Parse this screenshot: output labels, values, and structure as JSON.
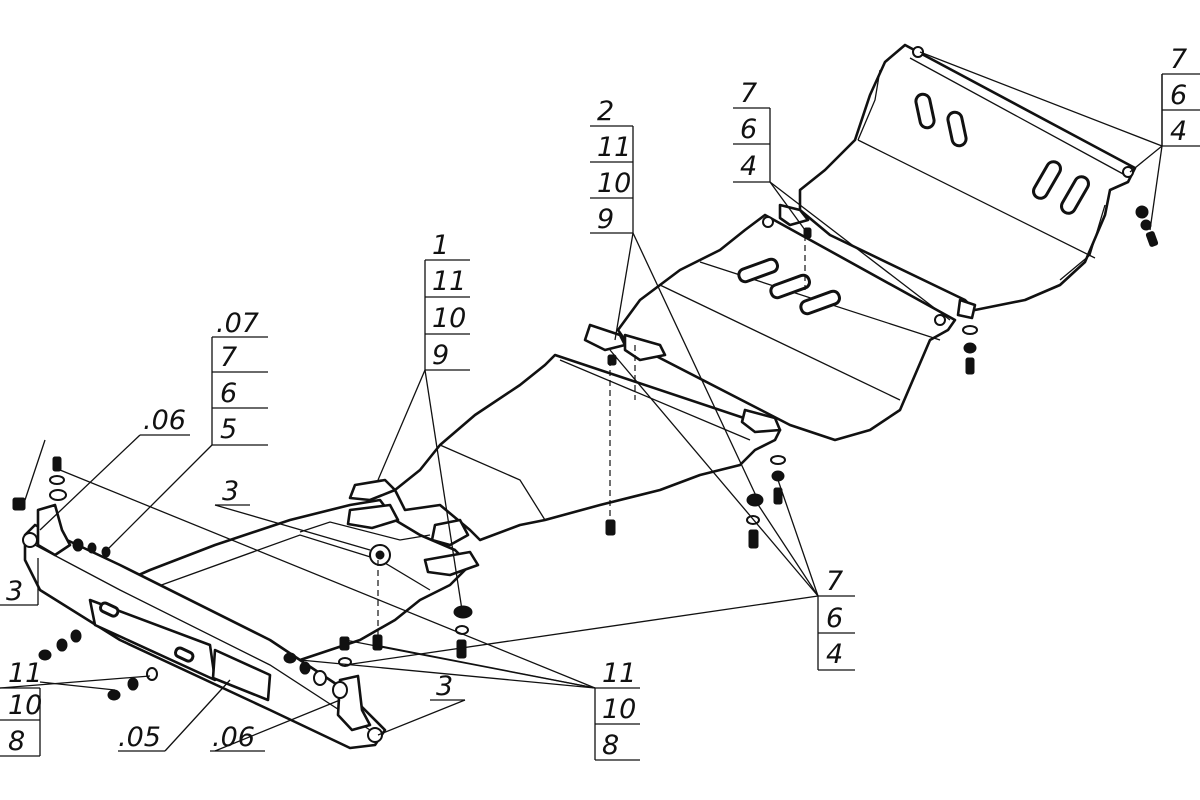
{
  "callouts": [
    {
      "id": "c1",
      "labels": [
        "7",
        "6",
        "4"
      ]
    },
    {
      "id": "c2",
      "labels": [
        "7",
        "6",
        "4"
      ]
    },
    {
      "id": "c3",
      "labels": [
        "2",
        "11",
        "10",
        "9"
      ]
    },
    {
      "id": "c4",
      "labels": [
        "1",
        "11",
        "10",
        "9"
      ]
    },
    {
      "id": "c5",
      "labels": [
        ".07",
        "7",
        "6",
        "5"
      ]
    },
    {
      "id": "c6",
      "labels": [
        "7",
        "6",
        "4"
      ]
    },
    {
      "id": "c7",
      "labels": [
        "11",
        "10",
        "8"
      ]
    },
    {
      "id": "c8",
      "labels": [
        "11",
        "10",
        "8"
      ]
    }
  ],
  "single_labels": {
    "s1": ".06",
    "s2": "3",
    "s3": "3",
    "s4": "3",
    "s5": ".05",
    "s6": ".06"
  }
}
